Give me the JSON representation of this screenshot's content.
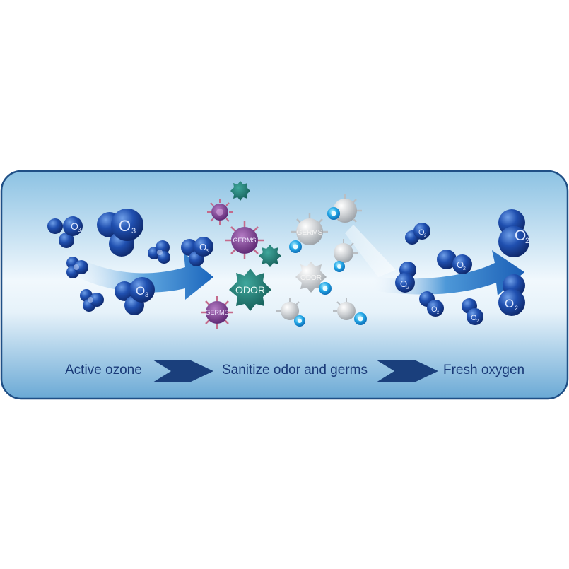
{
  "steps": {
    "step1": "Active ozone",
    "step2": "Sanitize odor and germs",
    "step3": "Fresh oxygen"
  },
  "molecules": {
    "ozone_symbol": "O",
    "ozone_subscript": "3",
    "oxygen_symbol": "O",
    "oxygen_subscript": "2"
  },
  "pathogens": {
    "germs": "GERMS",
    "odor": "ODOR"
  },
  "colors": {
    "panel_top": "#8fc4e4",
    "panel_mid": "#eef7fc",
    "panel_bottom": "#6aaad6",
    "panel_border": "#1f4f86",
    "molecule": "#1d4aa0",
    "arrow": "#1d6fc4",
    "germ": "#7a3c8e",
    "odor": "#1f7a72",
    "step_text": "#1a3a78",
    "step_arrow": "#1a3f7c"
  }
}
